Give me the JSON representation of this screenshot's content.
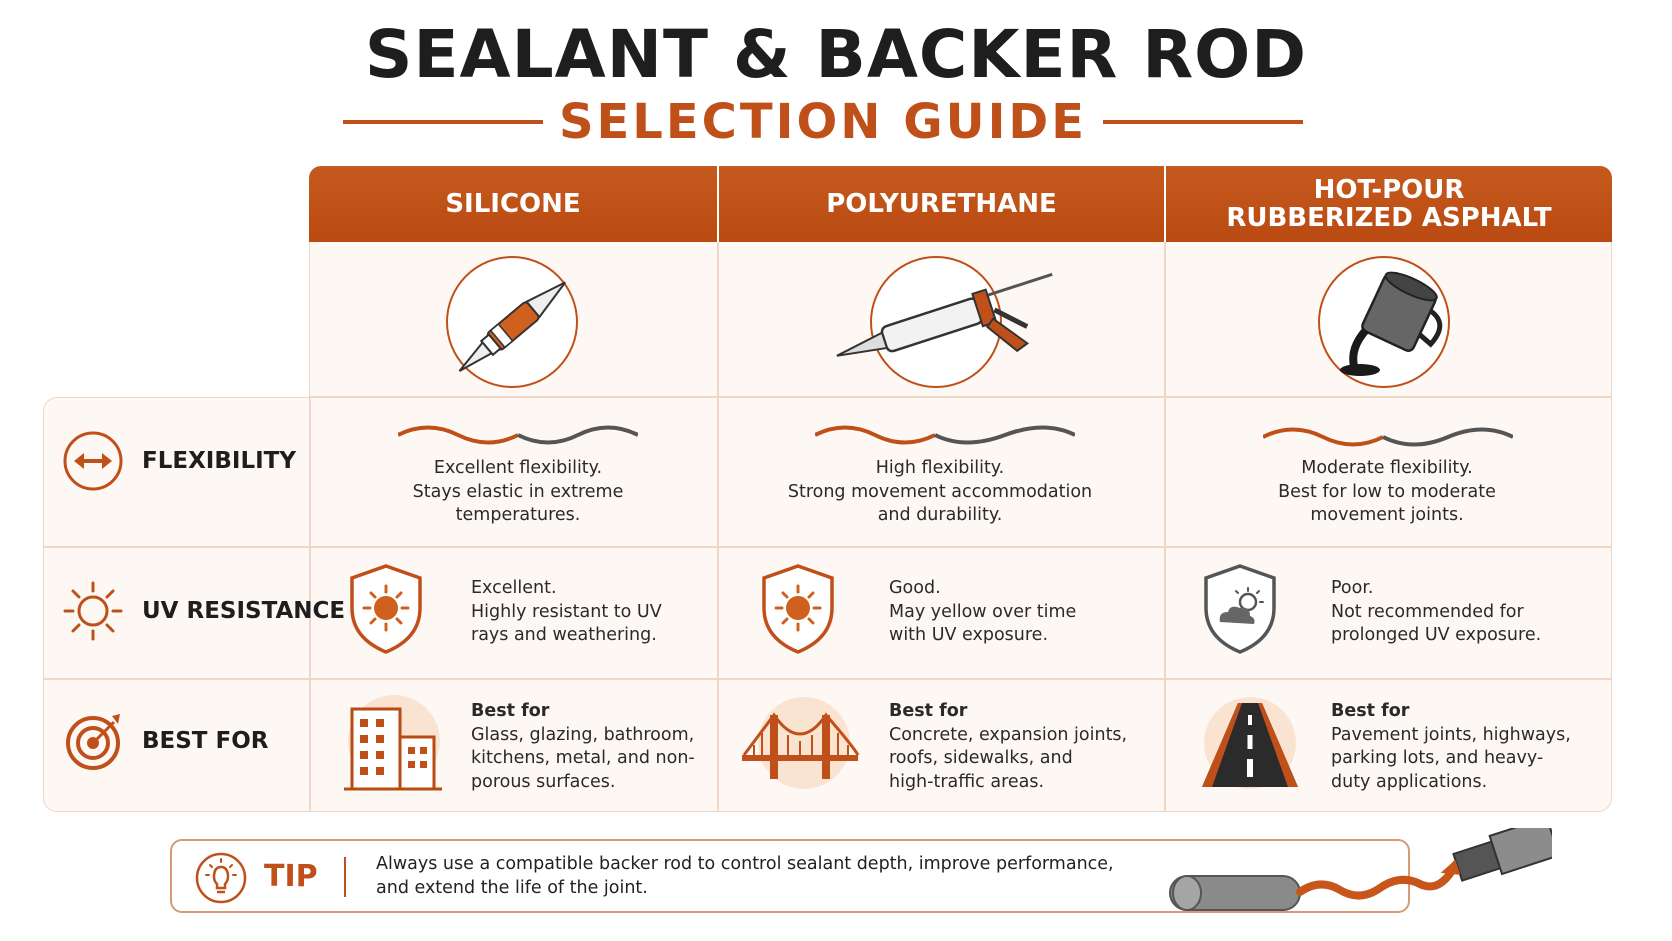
{
  "title": "SEALANT & BACKER ROD",
  "subtitle": "SELECTION GUIDE",
  "columns": [
    {
      "name_line1": "SILICONE",
      "name_line2": "",
      "icon": "caulk-tube-icon"
    },
    {
      "name_line1": "POLYURETHANE",
      "name_line2": "",
      "icon": "caulking-gun-icon"
    },
    {
      "name_line1": "HOT-POUR",
      "name_line2": "RUBBERIZED ASPHALT",
      "icon": "pouring-kettle-icon"
    }
  ],
  "rows": {
    "flexibility": {
      "label": "FLEXIBILITY",
      "icon": "double-arrow-icon",
      "cells": [
        {
          "l1": "Excellent flexibility.",
          "l2": "Stays elastic in extreme",
          "l3": "temperatures."
        },
        {
          "l1": "High flexibility.",
          "l2": "Strong movement accommodation",
          "l3": "and durability."
        },
        {
          "l1": "Moderate flexibility.",
          "l2": "Best for low to moderate",
          "l3": "movement joints."
        }
      ]
    },
    "uv": {
      "label": "UV RESISTANCE",
      "icon": "sun-icon",
      "cells": [
        {
          "l1": "Excellent.",
          "l2": "Highly resistant to UV",
          "l3": "rays and weathering.",
          "icon": "sun-shield-icon"
        },
        {
          "l1": "Good.",
          "l2": "May yellow over time",
          "l3": "with UV exposure.",
          "icon": "sun-shield-icon"
        },
        {
          "l1": "Poor.",
          "l2": "Not recommended for",
          "l3": "prolonged UV exposure.",
          "icon": "cloud-shield-icon"
        }
      ]
    },
    "best_for": {
      "label": "BEST FOR",
      "icon": "target-icon",
      "cells": [
        {
          "heading": "Best for",
          "l1": "Glass, glazing, bathroom,",
          "l2": "kitchens, metal, and non-",
          "l3": "porous surfaces.",
          "icon": "building-icon"
        },
        {
          "heading": "Best for",
          "l1": "Concrete, expansion joints,",
          "l2": "roofs, sidewalks, and",
          "l3": "high-traffic areas.",
          "icon": "bridge-icon"
        },
        {
          "heading": "Best for",
          "l1": "Pavement joints, highways,",
          "l2": "parking lots, and heavy-",
          "l3": "duty applications.",
          "icon": "road-icon"
        }
      ]
    }
  },
  "tip": {
    "label": "TIP",
    "icon": "lightbulb-icon",
    "l1": "Always use a compatible backer rod to control sealant depth, improve performance,",
    "l2": "and extend the life of the joint.",
    "illustration": "backer-rod-icon"
  },
  "colors": {
    "accent": "#c0501a",
    "panel": "#fdf8f4",
    "border": "#f0d6c4",
    "dark": "#1e1e1e",
    "grey": "#555555"
  }
}
